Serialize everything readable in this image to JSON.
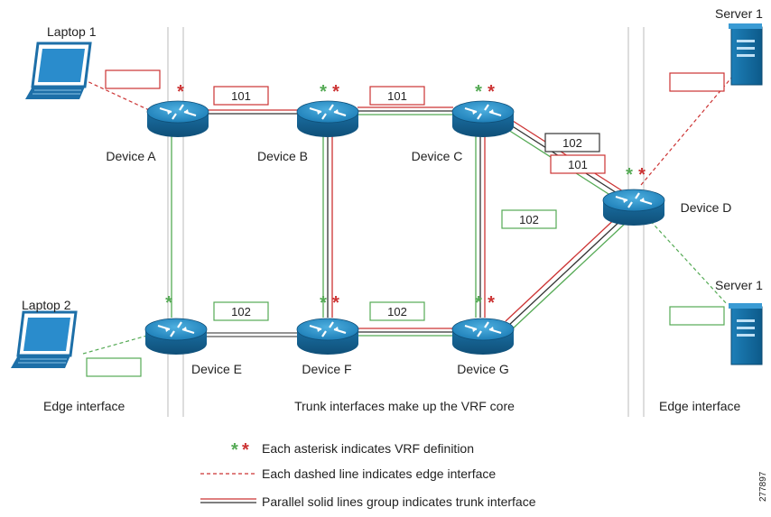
{
  "devices": [
    {
      "id": "A",
      "label": "Device A"
    },
    {
      "id": "B",
      "label": "Device B"
    },
    {
      "id": "C",
      "label": "Device C"
    },
    {
      "id": "D",
      "label": "Device D"
    },
    {
      "id": "E",
      "label": "Device E"
    },
    {
      "id": "F",
      "label": "Device F"
    },
    {
      "id": "G",
      "label": "Device G"
    }
  ],
  "endpoints": {
    "laptop1": "Laptop 1",
    "laptop2": "Laptop 2",
    "server1_top": "Server 1",
    "server1_bottom": "Server 1"
  },
  "vrf_boxes": {
    "ab": "101",
    "bc": "101",
    "cd_upper": "102",
    "cd_lower": "101",
    "cg": "102",
    "ef": "102",
    "fg": "102"
  },
  "zones": {
    "left": "Edge interface",
    "center": "Trunk interfaces make up the VRF core",
    "right": "Edge interface"
  },
  "legend": {
    "asterisk": "Each asterisk indicates VRF definition",
    "dashed": "Each dashed line indicates edge interface",
    "solid": "Parallel solid lines group indicates trunk interface"
  },
  "figure_id": "277897",
  "colors": {
    "vrf_red": "#cc3333",
    "vrf_green": "#55aa55",
    "trunk_dark": "#333333",
    "router_blue": "#1e7fb8"
  }
}
